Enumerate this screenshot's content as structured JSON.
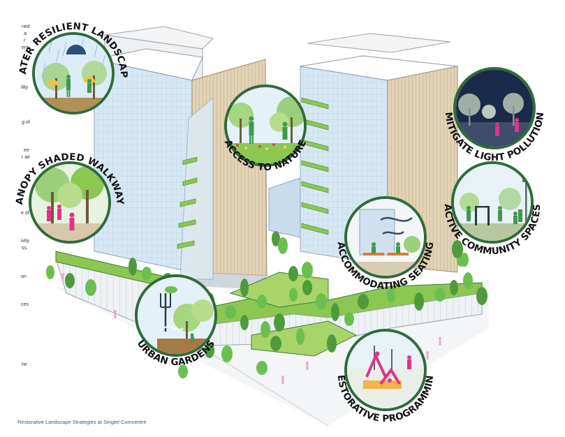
{
  "edge_text": [
    "ned",
    "a",
    "r",
    "ent.",
    "ility",
    "g of",
    "ee",
    "r air",
    "e of",
    "ivity",
    "ss.",
    "on",
    "ces",
    "he"
  ],
  "caption": "Restorative Landscape Strategies at Singtel Comcentre",
  "strategies": [
    {
      "label": "WATER RESILIENT LANDSCAPE",
      "scene": "rain"
    },
    {
      "label": "ACCESS TO NATURE",
      "scene": "meadow"
    },
    {
      "label": "MITIGATE LIGHT POLLUTION",
      "scene": "night"
    },
    {
      "label": "ACTIVE COMMUNITY SPACES",
      "scene": "fitness"
    },
    {
      "label": "CANOPY SHADED WALKWAYS",
      "scene": "walk"
    },
    {
      "label": "ACCOMMODATING SEATING",
      "scene": "seating"
    },
    {
      "label": "URBAN GARDENS",
      "scene": "garden"
    },
    {
      "label": "RESTORATIVE PROGRAMMING",
      "scene": "yoga"
    }
  ],
  "colors": {
    "ring": "#2f6b3a",
    "glass": "#d6e7f3",
    "timber": "#d8c7a6",
    "green": "#8cc751",
    "tree": "#4f9b3c",
    "figure_green": "#3f9a4c",
    "figure_pink": "#e0338a",
    "night": "#1a2a4a"
  }
}
